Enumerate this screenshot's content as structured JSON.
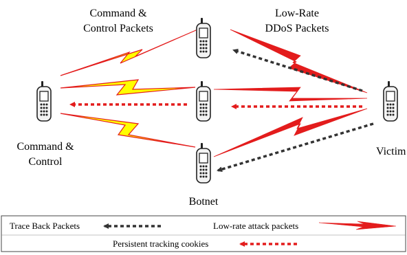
{
  "labels": {
    "cc_packets": [
      "Command &",
      "Control Packets"
    ],
    "ddos_packets": [
      "Low-Rate",
      "DDoS Packets"
    ],
    "command_control": [
      "Command &",
      "Control"
    ],
    "victim": "Victim",
    "botnet": "Botnet"
  },
  "legend": {
    "trace_back": "Trace Back Packets",
    "low_rate": "Low-rate attack packets",
    "cookies": "Persistent tracking cookies"
  },
  "colors": {
    "cc_bolt_fill": "#ffff00",
    "cc_bolt_stroke": "#e31c1c",
    "attack_bolt": "#e31c1c",
    "trace_arrow": "#333333",
    "cookie_arrow": "#e31c1c",
    "phone_fill": "#f3f3f3"
  },
  "icons": [
    "cell-phone-icon",
    "lightning-bolt-icon",
    "dashed-arrow-icon"
  ]
}
